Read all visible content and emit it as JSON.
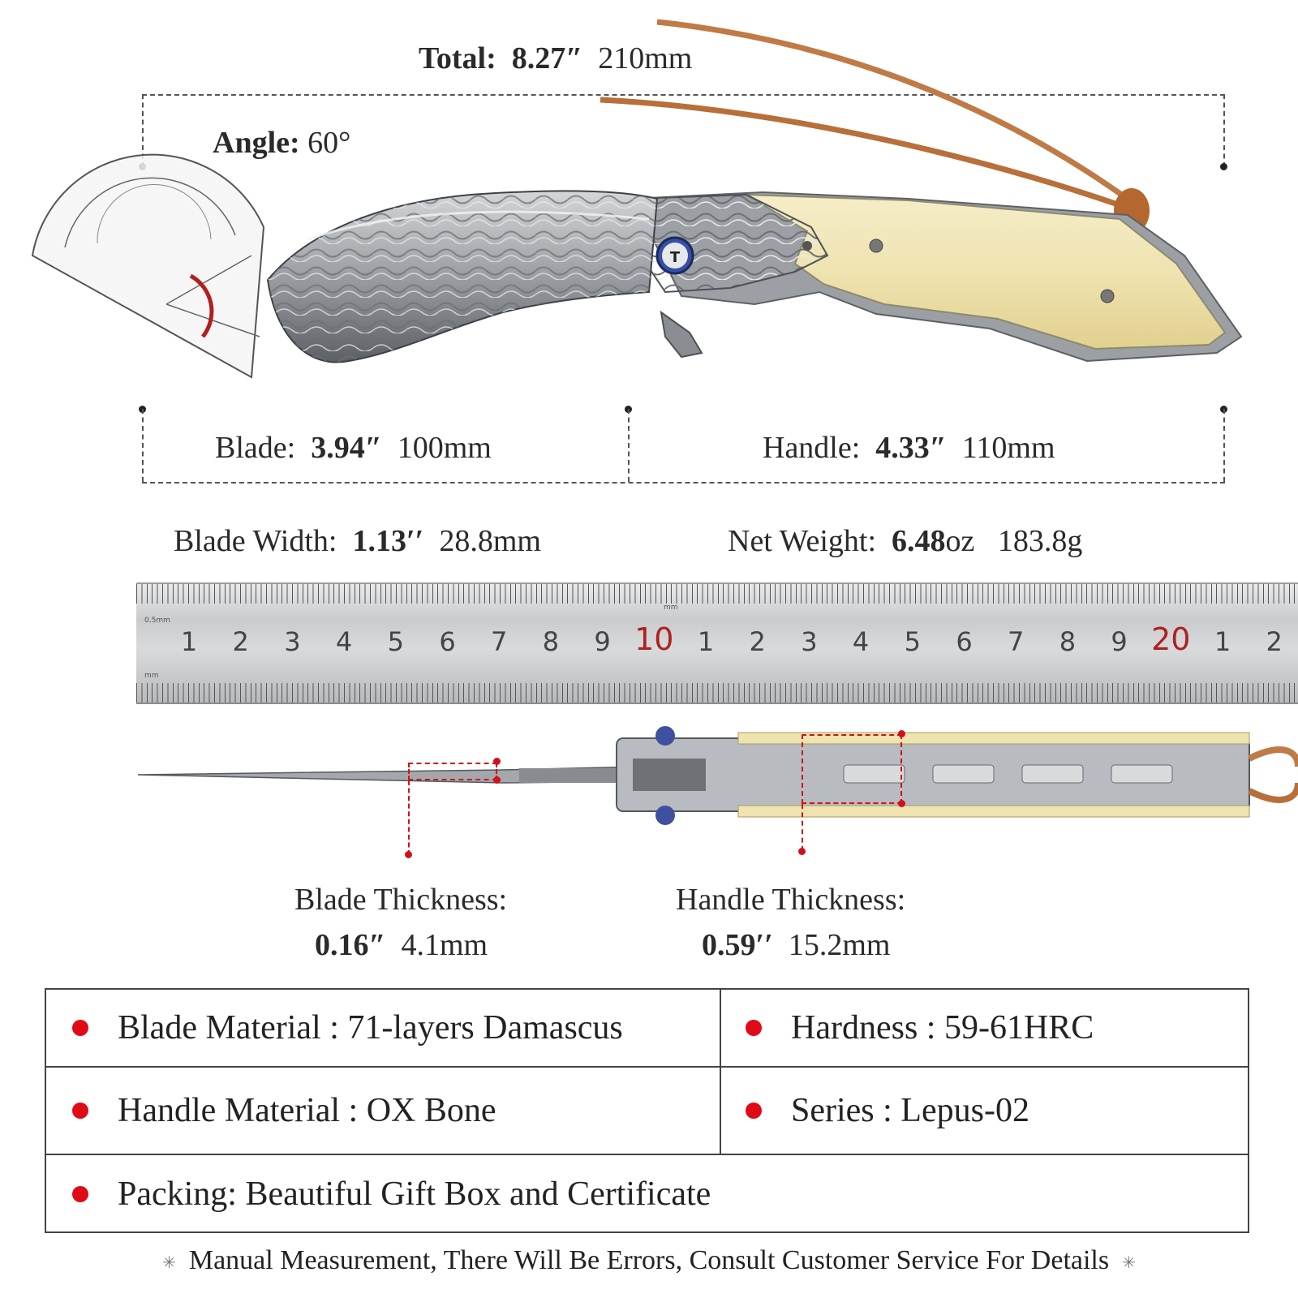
{
  "dimensions": {
    "total": {
      "label": "Total:",
      "inch": "8.27″",
      "mm": "210mm"
    },
    "angle": {
      "label": "Angle:",
      "value": "60°"
    },
    "blade": {
      "label": "Blade:",
      "inch": "3.94″",
      "mm": "100mm"
    },
    "handle": {
      "label": "Handle:",
      "inch": "4.33″",
      "mm": "110mm"
    },
    "blade_width": {
      "label": "Blade Width:",
      "inch": "1.13′′",
      "mm": "28.8mm"
    },
    "net_weight": {
      "label": "Net Weight:",
      "value_bold": "6.48",
      "unit": "oz",
      "grams": "183.8g"
    },
    "blade_thickness": {
      "label": "Blade Thickness:",
      "inch": "0.16″",
      "mm": "4.1mm"
    },
    "handle_thickness": {
      "label": "Handle Thickness:",
      "inch": "0.59′′",
      "mm": "15.2mm"
    }
  },
  "ruler": {
    "numbers": [
      "1",
      "2",
      "3",
      "4",
      "5",
      "6",
      "7",
      "8",
      "9",
      "10",
      "1",
      "2",
      "3",
      "4",
      "5",
      "6",
      "7",
      "8",
      "9",
      "20",
      "1",
      "2"
    ],
    "unit_top": "0.5mm",
    "unit_bottom": "mm",
    "unit_mid": "mm"
  },
  "specs": {
    "blade_material": "Blade Material :  71-layers Damascus",
    "hardness": "Hardness :  59-61HRC",
    "handle_material": "Handle Material :  OX Bone",
    "series": "Series :  Lepus-02",
    "packing": "Packing:  Beautiful Gift Box and Certificate"
  },
  "footer": "Manual Measurement, There Will Be Errors, Consult Customer Service For Details",
  "colors": {
    "accent_red": "#e00a16",
    "handle_bone": "#efe3b0",
    "steel": "#8e9296"
  },
  "icons": [
    "protractor-icon",
    "knife-side-view",
    "knife-top-view",
    "brand-logo-icon"
  ]
}
